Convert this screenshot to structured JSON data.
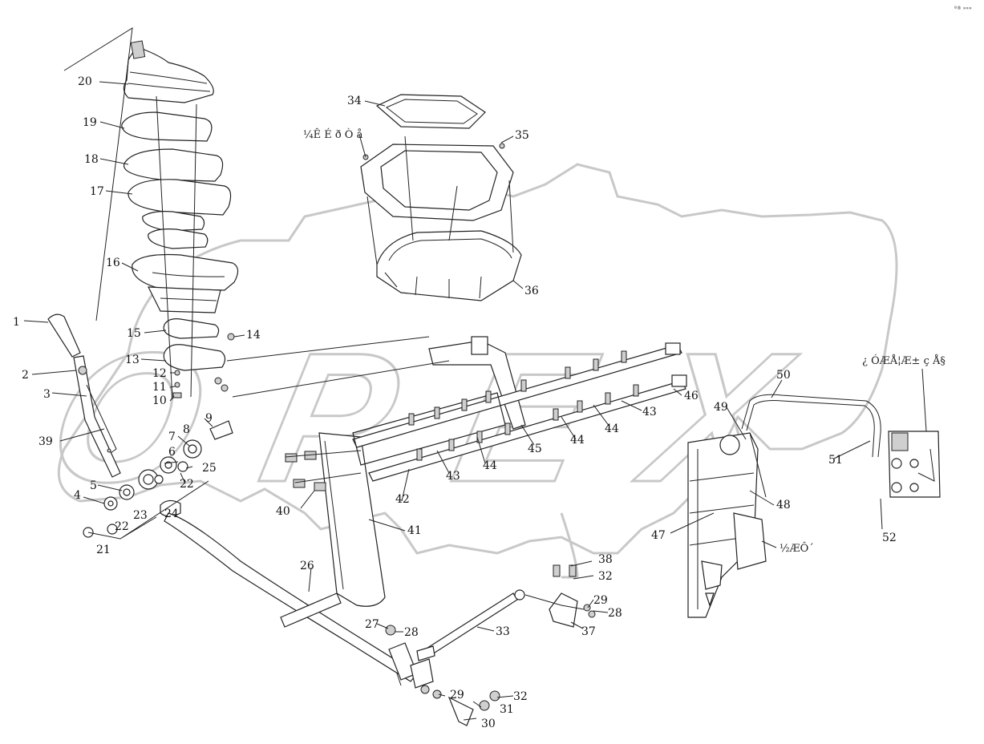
{
  "corner_mark": "º® »»»",
  "watermark": "OPEX",
  "annotations": {
    "boot_group": "¼Ê É ð Ò å",
    "right_group": "¿ ÓÆÅ¦Æ± ç Å§",
    "lower_right": "½ÆÔ´"
  },
  "callouts": [
    {
      "id": "c1",
      "text": "1"
    },
    {
      "id": "c2",
      "text": "2"
    },
    {
      "id": "c3",
      "text": "3"
    },
    {
      "id": "c4",
      "text": "4"
    },
    {
      "id": "c5",
      "text": "5"
    },
    {
      "id": "c6",
      "text": "6"
    },
    {
      "id": "c7",
      "text": "7"
    },
    {
      "id": "c8",
      "text": "8"
    },
    {
      "id": "c9",
      "text": "9"
    },
    {
      "id": "c10",
      "text": "10"
    },
    {
      "id": "c11",
      "text": "11"
    },
    {
      "id": "c12",
      "text": "12"
    },
    {
      "id": "c13",
      "text": "13"
    },
    {
      "id": "c14",
      "text": "14"
    },
    {
      "id": "c15",
      "text": "15"
    },
    {
      "id": "c16",
      "text": "16"
    },
    {
      "id": "c17",
      "text": "17"
    },
    {
      "id": "c18",
      "text": "18"
    },
    {
      "id": "c19",
      "text": "19"
    },
    {
      "id": "c20",
      "text": "20"
    },
    {
      "id": "c21",
      "text": "21"
    },
    {
      "id": "c22a",
      "text": "22"
    },
    {
      "id": "c22b",
      "text": "22"
    },
    {
      "id": "c23",
      "text": "23"
    },
    {
      "id": "c24",
      "text": "24"
    },
    {
      "id": "c25",
      "text": "25"
    },
    {
      "id": "c26",
      "text": "26"
    },
    {
      "id": "c27",
      "text": "27"
    },
    {
      "id": "c28a",
      "text": "28"
    },
    {
      "id": "c28b",
      "text": "28"
    },
    {
      "id": "c29a",
      "text": "29"
    },
    {
      "id": "c29b",
      "text": "29"
    },
    {
      "id": "c30",
      "text": "30"
    },
    {
      "id": "c31",
      "text": "31"
    },
    {
      "id": "c32a",
      "text": "32"
    },
    {
      "id": "c32b",
      "text": "32"
    },
    {
      "id": "c33",
      "text": "33"
    },
    {
      "id": "c34",
      "text": "34"
    },
    {
      "id": "c35",
      "text": "35"
    },
    {
      "id": "c36",
      "text": "36"
    },
    {
      "id": "c37",
      "text": "37"
    },
    {
      "id": "c38",
      "text": "38"
    },
    {
      "id": "c39",
      "text": "39"
    },
    {
      "id": "c40",
      "text": "40"
    },
    {
      "id": "c41",
      "text": "41"
    },
    {
      "id": "c42",
      "text": "42"
    },
    {
      "id": "c43a",
      "text": "43"
    },
    {
      "id": "c43b",
      "text": "43"
    },
    {
      "id": "c44a",
      "text": "44"
    },
    {
      "id": "c44b",
      "text": "44"
    },
    {
      "id": "c44c",
      "text": "44"
    },
    {
      "id": "c45",
      "text": "45"
    },
    {
      "id": "c46",
      "text": "46"
    },
    {
      "id": "c47",
      "text": "47"
    },
    {
      "id": "c48",
      "text": "48"
    },
    {
      "id": "c49",
      "text": "49"
    },
    {
      "id": "c50",
      "text": "50"
    },
    {
      "id": "c51",
      "text": "51"
    },
    {
      "id": "c52",
      "text": "52"
    }
  ]
}
